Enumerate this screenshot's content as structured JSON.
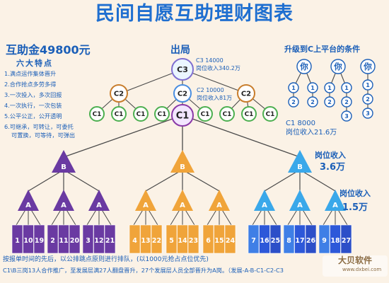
{
  "title": "民间自愿互助理财图表",
  "left_panel": {
    "amount": "互助金49800元",
    "features_title": "六大特点",
    "features": [
      "1.满点运作集体晋升",
      "2.合作抢点多劳多得",
      "3.一次投入，多次回报",
      "4.一次执行，一次包装",
      "5.公平公正，公开透明",
      "6.可继承，可转让，可委托",
      "可置换，可等待，可弹出"
    ]
  },
  "center_top": {
    "exit_label": "出局",
    "c3_info_line1": "C3 14000",
    "c3_info_line2": "岗位收入340.2万",
    "c2_info_line1": "C2 10000",
    "c2_info_line2": "岗位收入81万"
  },
  "upgrade": {
    "title": "升级到C上平台的条件",
    "you_label": "你",
    "circle_numbers": [
      "1",
      "2",
      "3"
    ]
  },
  "c1_info": {
    "line1": "C1 8000",
    "line2": "岗位收入21.6万"
  },
  "b_income": {
    "line1": "岗位收入",
    "line2": "3.6万"
  },
  "a_income": {
    "line1": "岗位收入",
    "line2": "1.5万"
  },
  "nodes": {
    "c3": "C3",
    "c2": "C2",
    "c1": "C1",
    "b": "B",
    "a": "A"
  },
  "leaves": [
    [
      "1",
      "10",
      "19"
    ],
    [
      "4",
      "13",
      "22"
    ],
    [
      "7",
      "16",
      "25"
    ],
    [
      "2",
      "11",
      "20"
    ],
    [
      "5",
      "14",
      "23"
    ],
    [
      "8",
      "17",
      "26"
    ],
    [
      "3",
      "12",
      "21"
    ],
    [
      "6",
      "15",
      "24"
    ],
    [
      "9",
      "18",
      "27"
    ]
  ],
  "footer": {
    "line1": "按报单时间的先后，以公排跳点原则进行排队，(以1000元抢占点位优先)",
    "line2": "C1\\B三岗13人合作推广，至发展层满27人翻盘晋升，27个发展层人员全部晋升为A岗。（发展-A-B-C1-C2-C3"
  },
  "watermark": {
    "text": "大贝软件",
    "url": "www.dxbei.com"
  },
  "colors": {
    "blue": "#1b5fb8",
    "purple": "#6a3aa2",
    "orange": "#f0a43a",
    "lightblue": "#3aa8ea",
    "royal": "#2d58d9",
    "line": "#4a4a4a"
  }
}
